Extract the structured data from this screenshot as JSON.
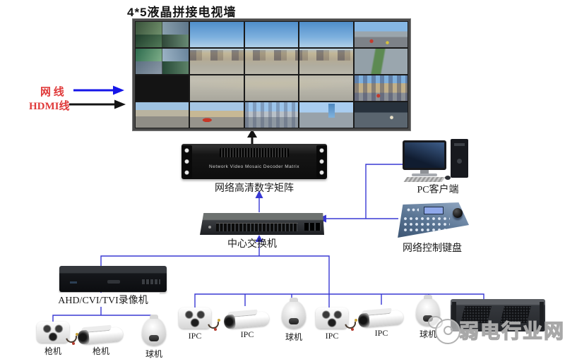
{
  "title": "4*5液晶拼接电视墙",
  "legend": {
    "network_label": "网 线",
    "hdmi_label": "HDMI线"
  },
  "video_wall": {
    "rows": 4,
    "cols": 5
  },
  "devices": {
    "decoder": {
      "faceplate_text": "Network Video Mosaic Decoder Matrix",
      "label": "网络高清数字矩阵"
    },
    "pc_client": {
      "label": "PC客户端"
    },
    "control_keyboard": {
      "label": "网络控制键盘"
    },
    "core_switch": {
      "label": "中心交换机"
    },
    "dvr": {
      "label": "AHD/CVI/TVI录像机"
    }
  },
  "analog_cameras": [
    {
      "type": "bullet-front",
      "label": "枪机"
    },
    {
      "type": "bullet-side",
      "label": "枪机"
    },
    {
      "type": "dome",
      "label": "球机"
    }
  ],
  "ip_cameras": [
    {
      "type": "bullet-front",
      "label": "IPC"
    },
    {
      "type": "bullet-side",
      "label": "IPC"
    },
    {
      "type": "dome",
      "label": "球机"
    },
    {
      "type": "bullet-front",
      "label": "IPC"
    },
    {
      "type": "bullet-side",
      "label": "IPC"
    },
    {
      "type": "dome",
      "label": "球机"
    }
  ],
  "watermark": {
    "text": "弱电行业网"
  },
  "colors": {
    "line_blue": "#3838d4",
    "arrow_blue": "#1515e8",
    "arrow_black": "#141414",
    "label_red": "#e03a3a",
    "watermark_gray": "#a8a8a8"
  }
}
